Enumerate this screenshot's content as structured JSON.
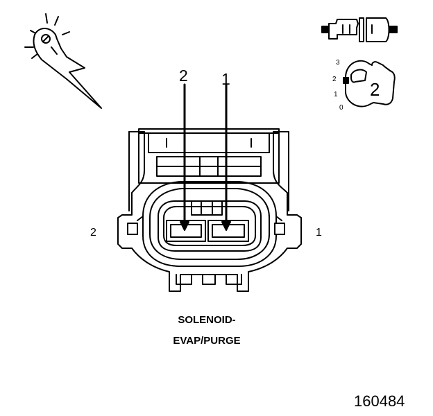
{
  "pins": {
    "top_left": "2",
    "top_right": "1"
  },
  "sides": {
    "left": "2",
    "right": "1"
  },
  "key": {
    "t3": "3",
    "t2": "2",
    "t1": "1",
    "t0": "0",
    "position": "2"
  },
  "caption": {
    "line1": "SOLENOID-",
    "line2": "EVAP/PURGE"
  },
  "ref_number": "160484",
  "icons": [
    "back-probe-terminal-icon",
    "inline-connector-icon",
    "connector-key-position-icon"
  ],
  "colors": {
    "line": "#000000",
    "background": "#ffffff"
  }
}
